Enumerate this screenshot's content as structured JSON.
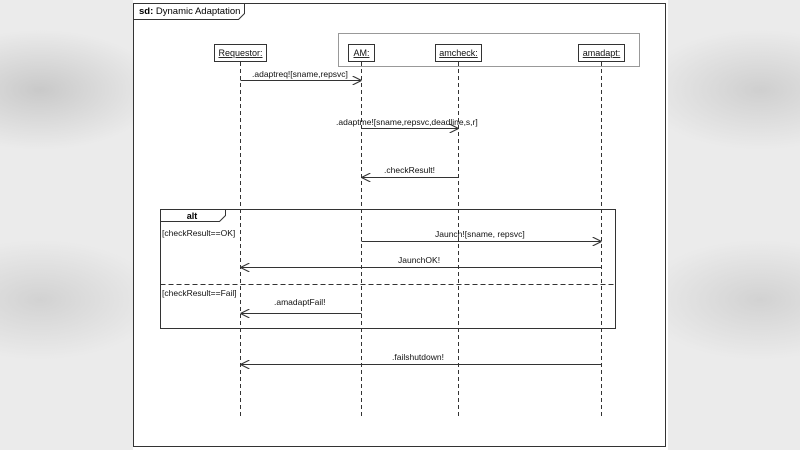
{
  "diagram": {
    "frame_kind": "sd:",
    "frame_name": "Dynamic Adaptation",
    "lifelines": [
      "Requestor:",
      "AM:",
      "amcheck:",
      "amadapt:"
    ],
    "messages": [
      ".adaptreq![sname,repsvc]",
      ".adaptme![sname,repsvc,deadline,s,r]",
      ".checkResult!",
      "Jaunch![sname, repsvc]",
      "JaunchOK!",
      ".amadaptFail!",
      ".failshutdown!"
    ],
    "alt": {
      "label": "alt",
      "guards": [
        "[checkResult==OK]",
        "[checkResult==Fail]"
      ]
    }
  }
}
